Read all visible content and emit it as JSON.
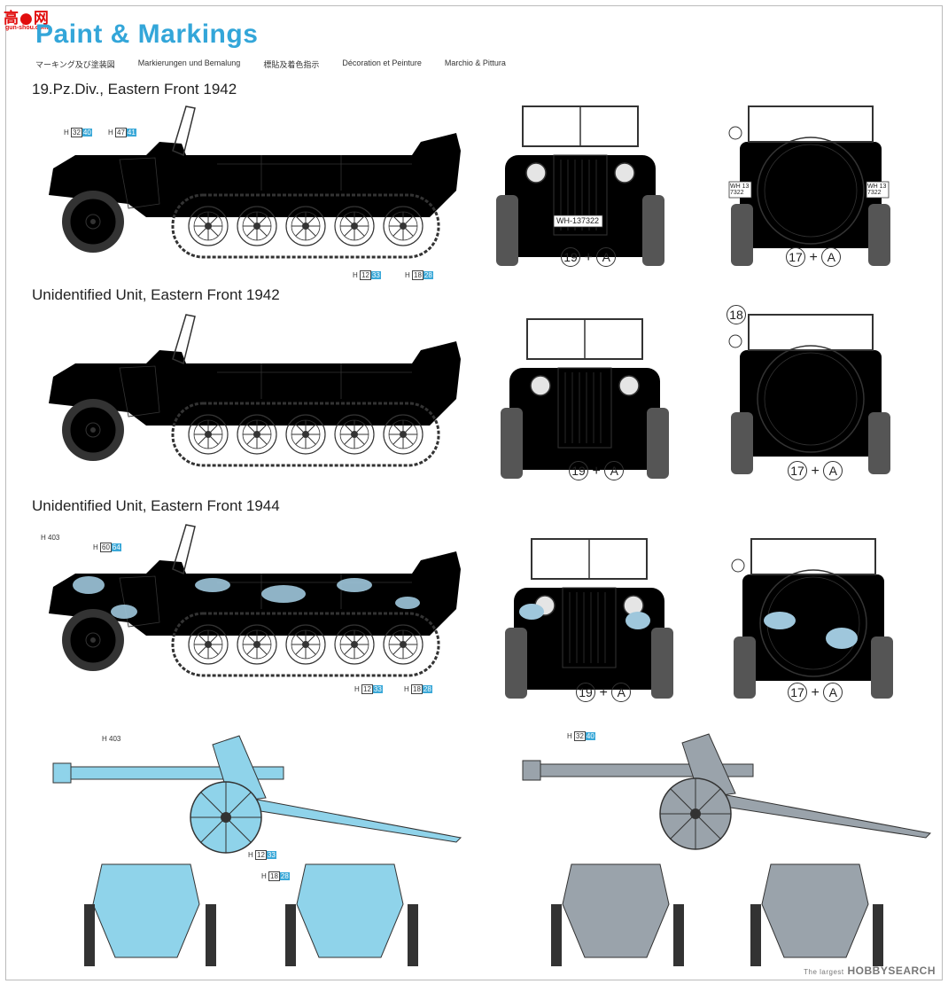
{
  "logo": {
    "text": "高●网",
    "sub": "gun-shou.com"
  },
  "title": "Paint & Markings",
  "subtitles": [
    "マーキング及び塗装図",
    "Markierungen und Bemalung",
    "標貼及着色指示",
    "Décoration et Peinture",
    "Marchio & Pittura"
  ],
  "sections": [
    {
      "label": "19.Pz.Div., Eastern Front 1942",
      "front_plate": "WH-137322",
      "rear_plate": "WH 137322",
      "front_callout": [
        "19",
        "A"
      ],
      "rear_callout": [
        "17",
        "A"
      ]
    },
    {
      "label": "Unidentified Unit, Eastern Front 1942",
      "front_callout": [
        "19",
        "A"
      ],
      "rear_callout": [
        "17",
        "A"
      ],
      "extra_callout": "18"
    },
    {
      "label": "Unidentified Unit, Eastern Front 1944",
      "front_callout": [
        "19",
        "A"
      ],
      "rear_callout": [
        "17",
        "A"
      ]
    }
  ],
  "paint_codes": [
    {
      "h": "H",
      "a": "32",
      "b": "40"
    },
    {
      "h": "H",
      "a": "47",
      "b": "41"
    },
    {
      "h": "H",
      "a": "12",
      "b": "33"
    },
    {
      "h": "H",
      "a": "18",
      "b": "28"
    },
    {
      "h": "H",
      "a": "403",
      "b": ""
    },
    {
      "h": "H",
      "a": "60",
      "b": "64"
    },
    {
      "h": "H",
      "a": "12",
      "b": "33"
    },
    {
      "h": "H",
      "a": "18",
      "b": "28"
    },
    {
      "h": "H",
      "a": "403",
      "b": ""
    },
    {
      "h": "H",
      "a": "12",
      "b": "33"
    },
    {
      "h": "H",
      "a": "18",
      "b": "28"
    },
    {
      "h": "H",
      "a": "32",
      "b": "40"
    }
  ],
  "plus": "+",
  "watermark": {
    "main": "HOBBYSEARCH",
    "small": "The largest"
  },
  "colors": {
    "grey": "#9aa3ab",
    "grey_dark": "#6f7780",
    "blue": "#8fd3ea",
    "camo_white": "#e9f2f6",
    "camo_blue": "#9fc7dc",
    "title": "#33a6d9"
  }
}
